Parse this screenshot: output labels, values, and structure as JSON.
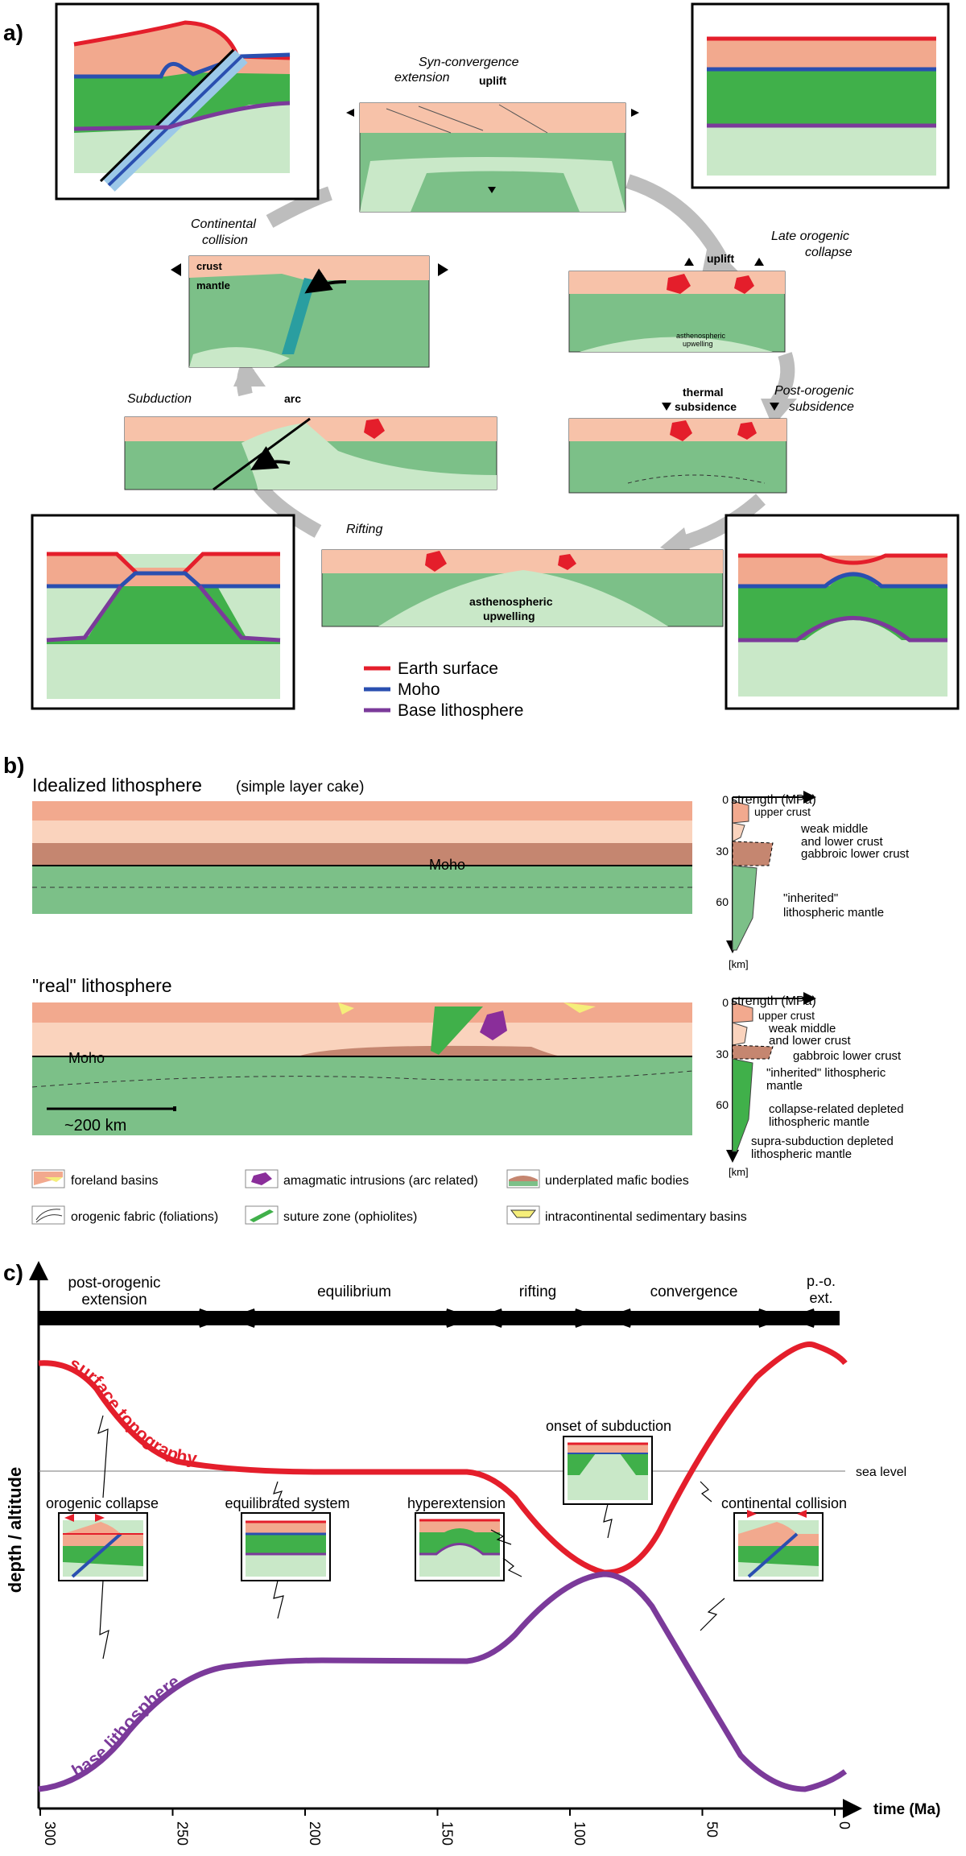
{
  "panels": {
    "a": "a)",
    "b": "b)",
    "c": "c)"
  },
  "a": {
    "stages": {
      "syn_convergence": "Syn-convergence",
      "syn_convergence2": "extension",
      "uplift_top": "uplift",
      "late_orogenic": "Late orogenic",
      "late_orogenic2": "collapse",
      "uplift_right": "uplift",
      "astheno_small1": "asthenospheric",
      "astheno_small2": "upwelling",
      "continental": "Continental",
      "continental2": "collision",
      "crust": "crust",
      "mantle": "mantle",
      "subduction": "Subduction",
      "arc": "arc",
      "thermal1": "thermal",
      "thermal2": "subsidence",
      "post_orogenic": "Post-orogenic",
      "post_orogenic2": "subsidence",
      "rifting": "Rifting",
      "astheno_rift1": "asthenospheric",
      "astheno_rift2": "upwelling"
    },
    "legend": [
      {
        "label": "Earth surface",
        "color": "#e41e2b"
      },
      {
        "label": "Moho",
        "color": "#2a4fb0"
      },
      {
        "label": "Base lithosphere",
        "color": "#7b3a9a"
      }
    ]
  },
  "b": {
    "idealized_title": "Idealized lithosphere",
    "idealized_sub": "(simple layer cake)",
    "real_title": "\"real\" lithosphere",
    "moho": "Moho",
    "moho2": "Moho",
    "scale": "~200 km",
    "strength1": {
      "title": "strength (MPa)",
      "ticks": [
        "0",
        "30",
        "60"
      ],
      "unit": "[km]",
      "labels": [
        "upper crust",
        "weak middle",
        "and lower crust",
        "gabbroic lower crust",
        "\"inherited\"",
        "lithospheric mantle"
      ]
    },
    "strength2": {
      "title": "strength (MPa)",
      "ticks": [
        "0",
        "30",
        "60"
      ],
      "unit": "[km]",
      "labels": [
        "upper crust",
        "weak middle",
        "and lower crust",
        "gabbroic lower crust",
        "\"inherited\" lithospheric",
        "mantle",
        "collapse-related depleted",
        "lithospheric mantle",
        "supra-subduction depleted",
        "lithospheric mantle"
      ]
    },
    "legend": [
      "foreland basins",
      "amagmatic intrusions (arc related)",
      "underplated mafic bodies",
      "orogenic fabric (foliations)",
      "suture zone (ophiolites)",
      "intracontinental sedimentary basins"
    ]
  },
  "c": {
    "phases": [
      "post-orogenic",
      "extension",
      "equilibrium",
      "rifting",
      "convergence",
      "p.-o.",
      "ext."
    ],
    "y_label": "depth / altitude",
    "x_label": "time (Ma)",
    "x_ticks": [
      "300",
      "250",
      "200",
      "150",
      "100",
      "50",
      "0"
    ],
    "sea_level": "sea level",
    "surface": "surface topography",
    "base": "base lithosphere",
    "annotations": [
      "orogenic collapse",
      "equilibrated system",
      "hyperextension",
      "onset of subduction",
      "continental collision"
    ]
  },
  "colors": {
    "crust": "#f2a98e",
    "crust_light": "#fad3bd",
    "lower_crust": "#c58670",
    "mantle": "#7cc088",
    "astheno": "#c9e8c8",
    "surface": "#e41e2b",
    "moho": "#2a4fb0",
    "base": "#7b3a9a",
    "arrow": "#b9b9b9"
  }
}
